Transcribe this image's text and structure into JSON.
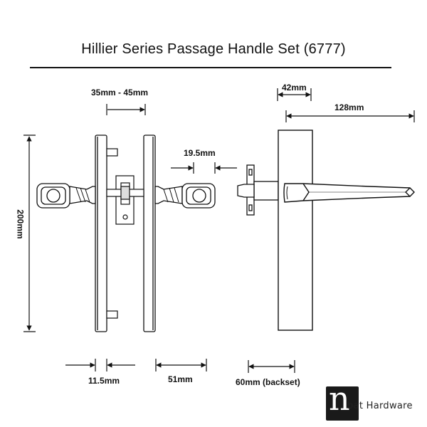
{
  "title": "Hillier Series Passage Handle Set (6777)",
  "dimensions": {
    "door_thickness_range": "35mm - 45mm",
    "rose_projection": "42mm",
    "handle_length": "128mm",
    "handle_gap": "19.5mm",
    "plate_height": "200mm",
    "plate_width": "11.5mm",
    "lever_projection": "51mm",
    "backset": "60mm (backset)"
  },
  "brand": {
    "logo_letter": "n",
    "name": "bat Hardware"
  }
}
